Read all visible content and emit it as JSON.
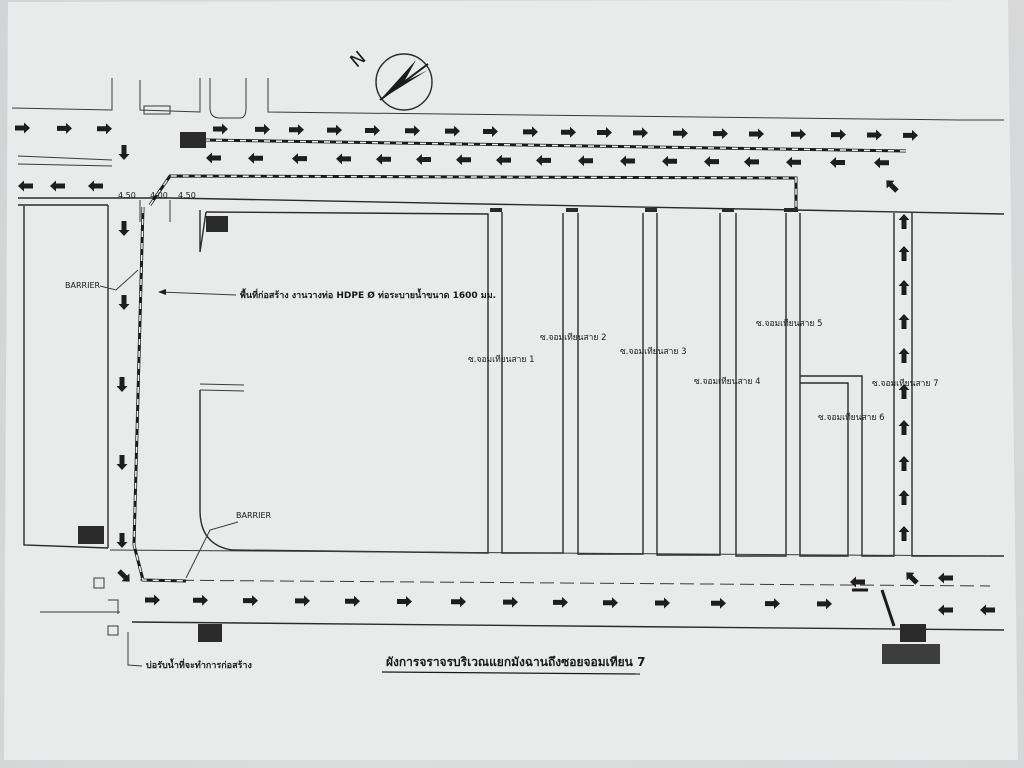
{
  "title": "ผังการจราจรบริเวณแยกมังฉานถึงซอยจอมเทียน 7",
  "work_area_label": "พื้นที่ก่อสร้าง งานวางท่อ HDPE Ø ท่อระบายน้ำขนาด 1600 มม.",
  "pit_label": "บ่อรับน้ำที่จะทำการก่อสร้าง",
  "barrier_labels": [
    "BARRIER",
    "BARRIER"
  ],
  "dimension_labels": [
    "4.50",
    "4.00",
    "4.50"
  ],
  "soi_labels": [
    "ซ.จอมเทียนสาย 1",
    "ซ.จอมเทียนสาย 2",
    "ซ.จอมเทียนสาย 3",
    "ซ.จอมเทียนสาย 4",
    "ซ.จอมเทียนสาย 5",
    "ซ.จอมเทียนสาย 6",
    "ซ.จอมเทียนสาย 7"
  ],
  "north_label": "N",
  "icons": [
    "north-arrow-icon",
    "traffic-arrow-icon",
    "barrier-block-icon"
  ]
}
